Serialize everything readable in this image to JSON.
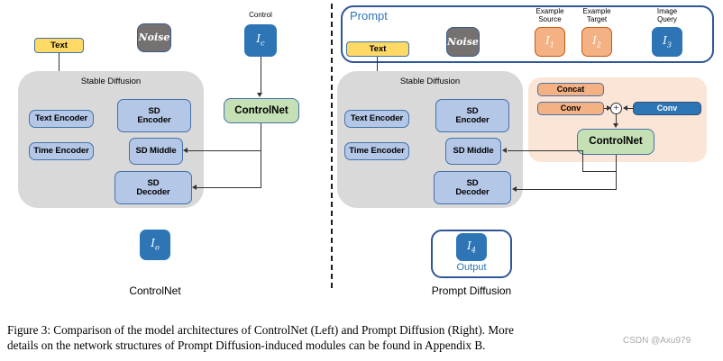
{
  "figure": {
    "caption_line1": "Figure 3: Comparison of the model architectures of ControlNet (Left) and Prompt Diffusion (Right).  More",
    "caption_line2": "details on the network structures of Prompt Diffusion-induced modules can be found in Appendix B.",
    "watermark": "CSDN @Axu979"
  },
  "left_panel": {
    "name": "ControlNet",
    "text_box": "Text",
    "noise_box": "Noise",
    "control_caption": "Control",
    "control_image": "Iₑ",
    "control_image_base": "I",
    "control_image_sub": "c",
    "controlnet_box": "ControlNet",
    "sd_title": "Stable Diffusion",
    "blocks": [
      {
        "label": "Text Encoder"
      },
      {
        "label": "Time Encoder"
      },
      {
        "label": "SD\nEncoder",
        "line1": "SD",
        "line2": "Encoder"
      },
      {
        "label": "SD Middle"
      },
      {
        "label": "SD\nDecoder",
        "line1": "SD",
        "line2": "Decoder"
      }
    ],
    "output_image_base": "I",
    "output_image_sub": "o"
  },
  "right_panel": {
    "name": "Prompt Diffusion",
    "prompt_label": "Prompt",
    "text_box": "Text",
    "noise_box": "Noise",
    "prompt_items": [
      {
        "caption_line1": "Example",
        "caption_line2": "Source",
        "image_base": "I",
        "image_sub": "1",
        "color": "#f4b183"
      },
      {
        "caption_line1": "Example",
        "caption_line2": "Target",
        "image_base": "I",
        "image_sub": "2",
        "color": "#f4b183"
      },
      {
        "caption_line1": "Image",
        "caption_line2": "Query",
        "image_base": "I",
        "image_sub": "3",
        "color": "#2e75b6"
      }
    ],
    "sd_title": "Stable Diffusion",
    "blocks": [
      {
        "label": "Text Encoder"
      },
      {
        "label": "Time Encoder"
      },
      {
        "line1": "SD",
        "line2": "Encoder"
      },
      {
        "label": "SD Middle"
      },
      {
        "line1": "SD",
        "line2": "Decoder"
      }
    ],
    "concat_box": "Concat",
    "conv_left_box": "Conv",
    "conv_right_box": "Conv",
    "sum_node": "+",
    "controlnet_box": "ControlNet",
    "output_label": "Output",
    "output_image_base": "I",
    "output_image_sub": "4"
  },
  "colors": {
    "blue_block": "#b4c7e7",
    "blue_border": "#4472a8",
    "yellow_text": "#ffd966",
    "noise_gray": "#767171",
    "image_blue": "#2e75b6",
    "image_orange": "#f4b183",
    "controlnet_green": "#c5e0b4",
    "sd_container_gray": "#d9d9d9",
    "orange_panel": "#fbe5d6",
    "prompt_border": "#2f5597"
  }
}
